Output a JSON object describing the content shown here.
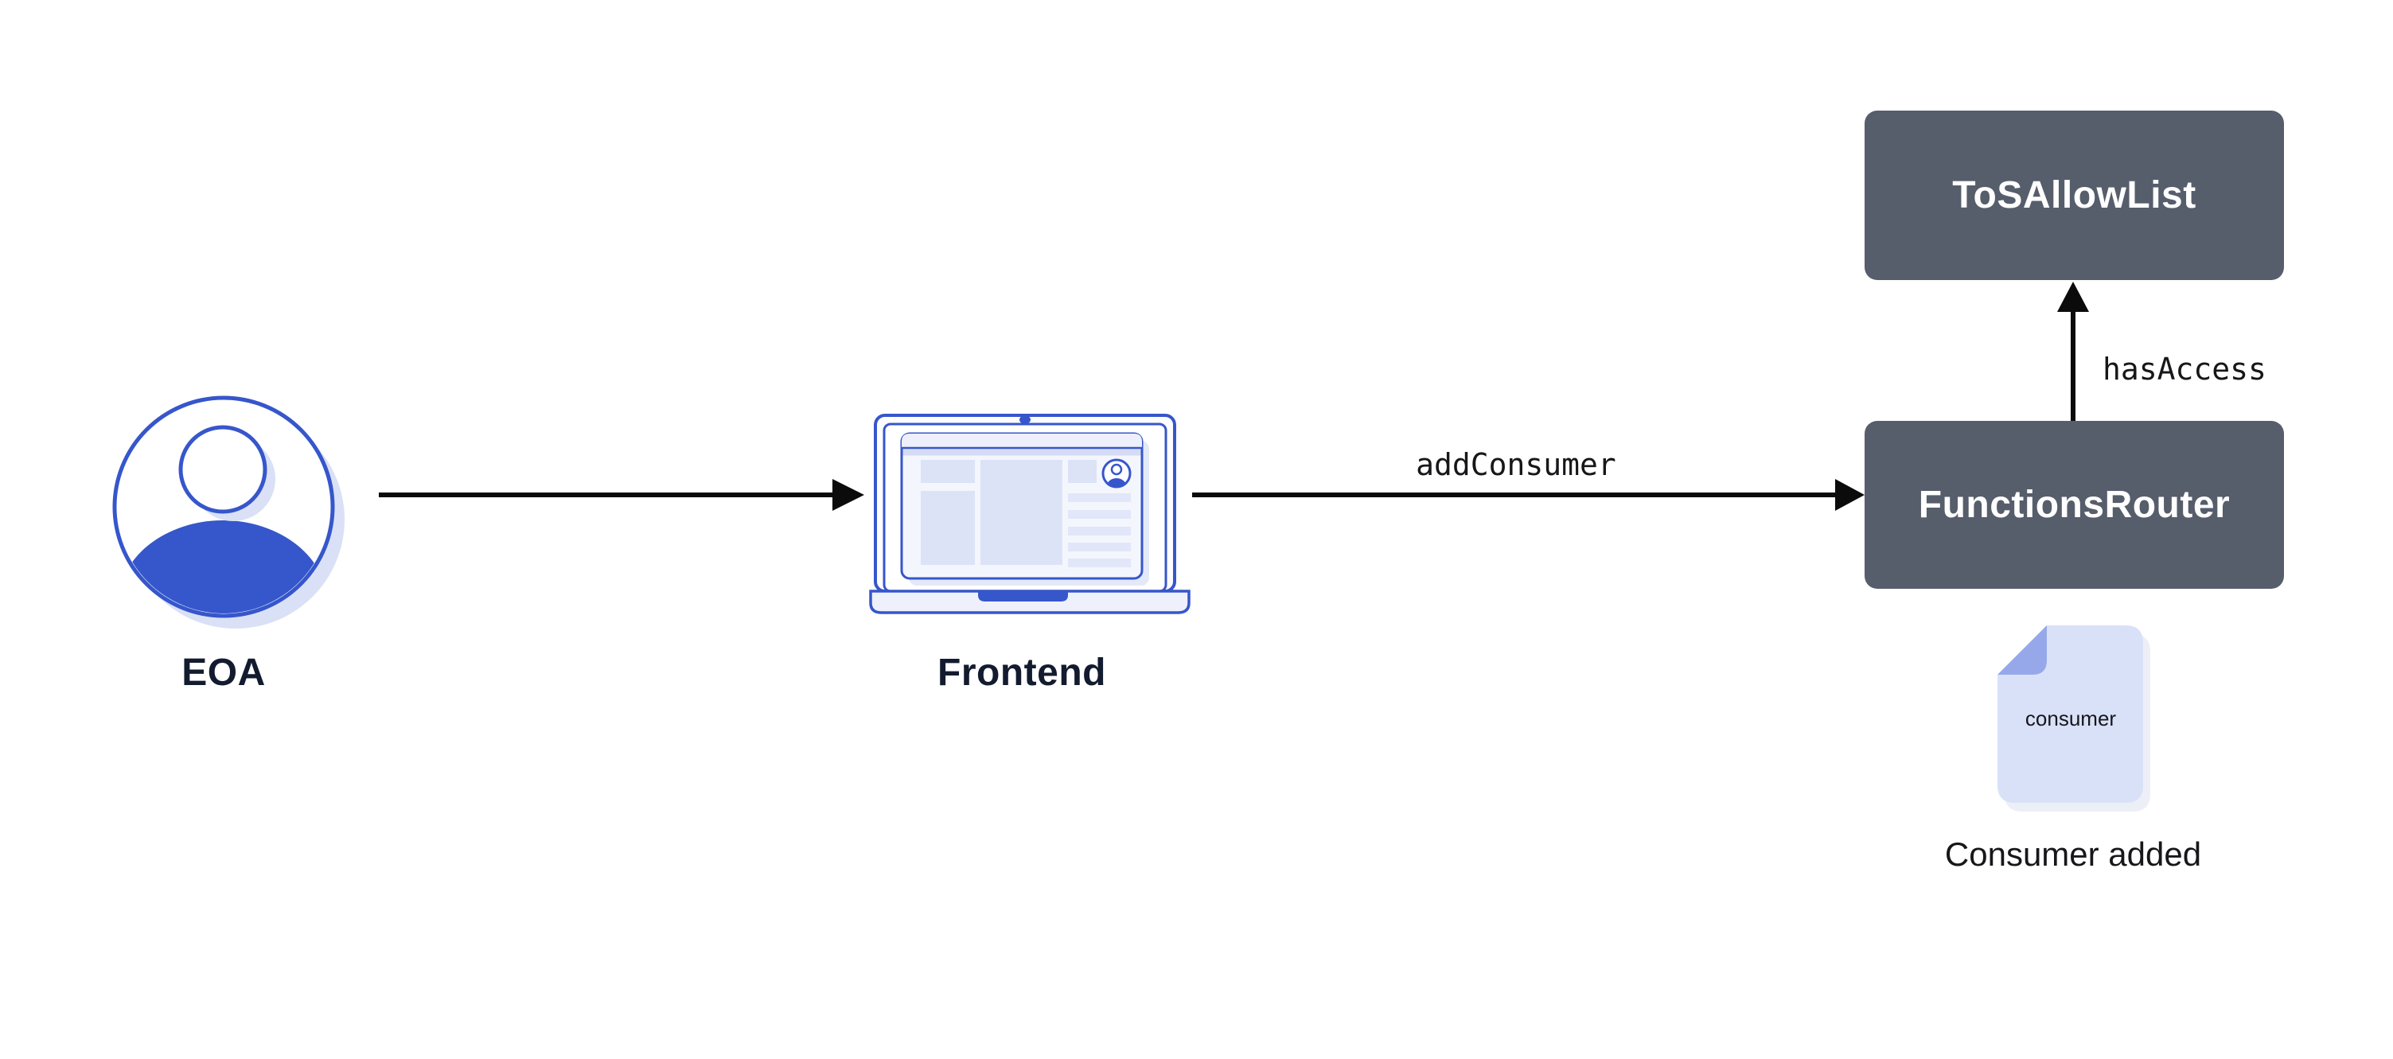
{
  "colors": {
    "accent_blue": "#3656CB",
    "box_slate": "#565D6B",
    "label_navy": "#131B2F",
    "text_black": "#17171A",
    "light_fill": "#DCE3F7",
    "doc_fill": "#D9E1F8",
    "doc_fold": "#96A8E9",
    "arrow_black": "#0B0B0B"
  },
  "nodes": {
    "eoa": {
      "label": "EOA"
    },
    "frontend": {
      "label": "Frontend"
    },
    "tos_allow_list": {
      "label": "ToSAllowList"
    },
    "functions_router": {
      "label": "FunctionsRouter"
    }
  },
  "edges": {
    "eoa_to_frontend": {
      "label": ""
    },
    "frontend_to_router": {
      "label": "addConsumer"
    },
    "router_to_allowlist": {
      "label": "hasAccess"
    }
  },
  "artifact": {
    "document_label": "consumer",
    "caption": "Consumer added"
  }
}
